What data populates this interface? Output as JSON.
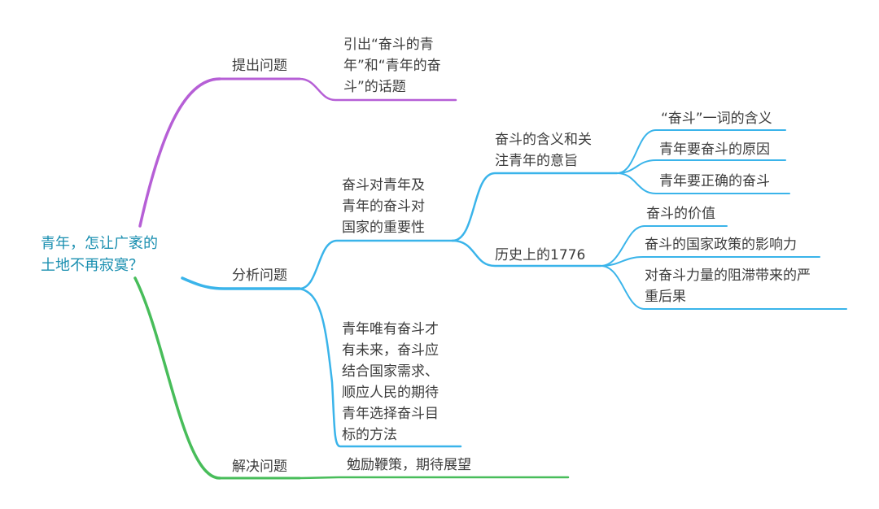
{
  "mindmap": {
    "root": "青年，怎让广袤的\n土地不再寂寞？",
    "branches": {
      "raise": {
        "label": "提出问题",
        "color": "#b65fd6",
        "detail": "引出“奋斗的青\n年”和“青年的奋\n斗”的话题"
      },
      "analyze": {
        "label": "分析问题",
        "color": "#3ab4ea",
        "main": "奋斗对青年及\n青年的奋斗对\n国家的重要性",
        "meaning": {
          "label": "奋斗的含义和关\n注青年的意旨",
          "items": [
            "“奋斗”一词的含义",
            "青年要奋斗的原因",
            "青年要正确的奋斗"
          ]
        },
        "history": {
          "label": "历史上的1776",
          "items": [
            "奋斗的价值",
            "奋斗的国家政策的影响力",
            " 对奋斗力量的阻滞带来的严\n重后果"
          ]
        },
        "conclusion": "青年唯有奋斗才\n有未来，奋斗应\n结合国家需求、\n顺应人民的期待\n青年选择奋斗目\n标的方法"
      },
      "solve": {
        "label": "解决问题",
        "color": "#48bd5a",
        "detail": "勉励鞭策，期待展望"
      }
    }
  }
}
